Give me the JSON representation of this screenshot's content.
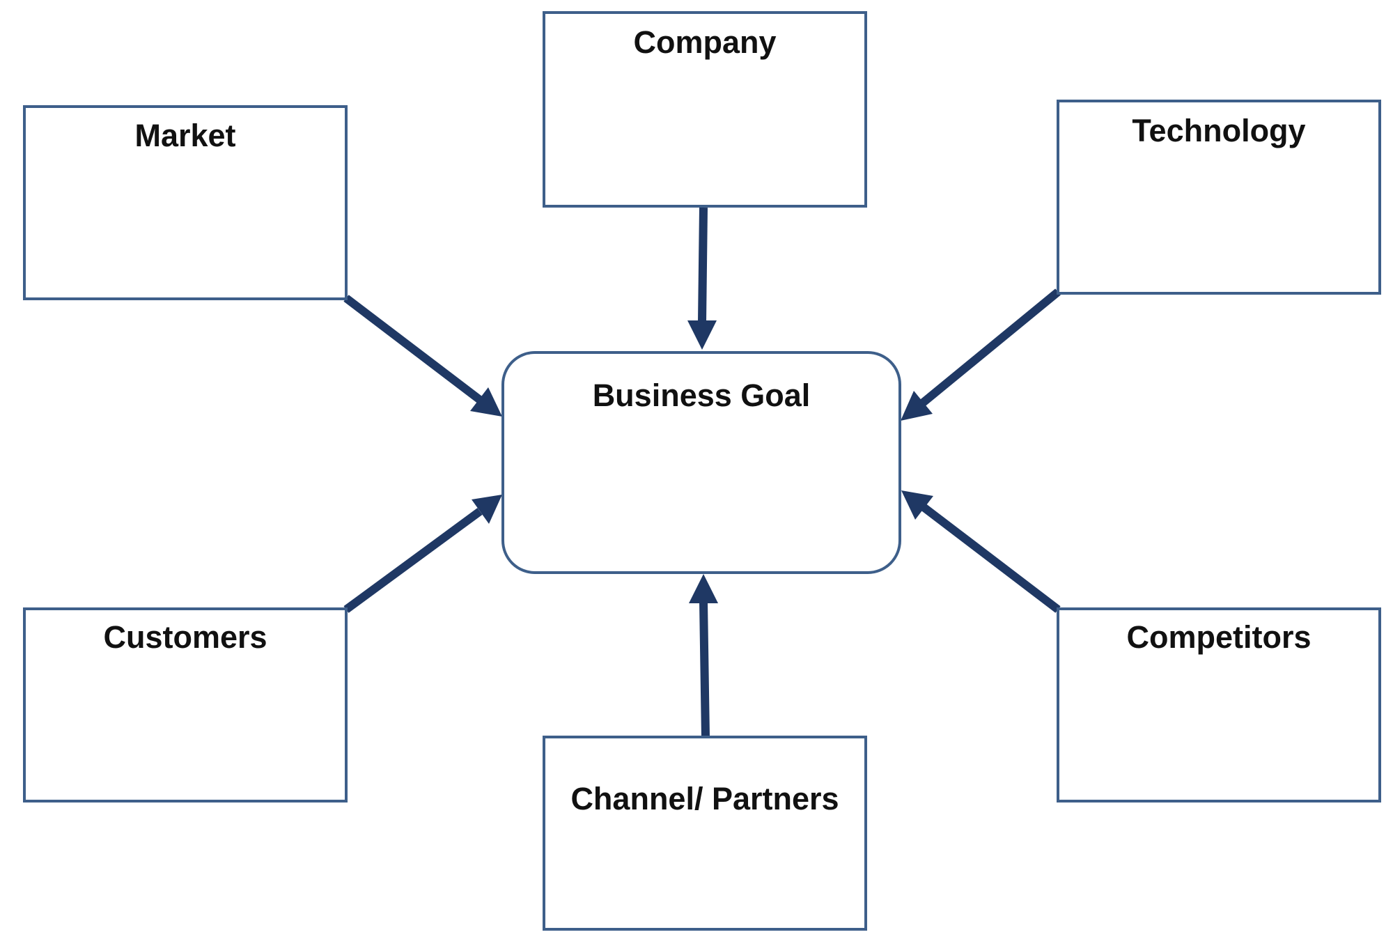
{
  "diagram": {
    "colors": {
      "box_stroke": "#3e5f8a",
      "arrow": "#1f3864",
      "text": "#111111",
      "background": "#ffffff"
    },
    "center": {
      "label": "Business Goal"
    },
    "nodes": [
      {
        "id": "company",
        "label": "Company"
      },
      {
        "id": "market",
        "label": "Market"
      },
      {
        "id": "technology",
        "label": "Technology"
      },
      {
        "id": "customers",
        "label": "Customers"
      },
      {
        "id": "competitors",
        "label": "Competitors"
      },
      {
        "id": "channel-partners",
        "label": "Channel/ Partners"
      }
    ],
    "edges": [
      {
        "from": "company",
        "to": "business-goal"
      },
      {
        "from": "market",
        "to": "business-goal"
      },
      {
        "from": "technology",
        "to": "business-goal"
      },
      {
        "from": "customers",
        "to": "business-goal"
      },
      {
        "from": "competitors",
        "to": "business-goal"
      },
      {
        "from": "channel-partners",
        "to": "business-goal"
      }
    ]
  }
}
